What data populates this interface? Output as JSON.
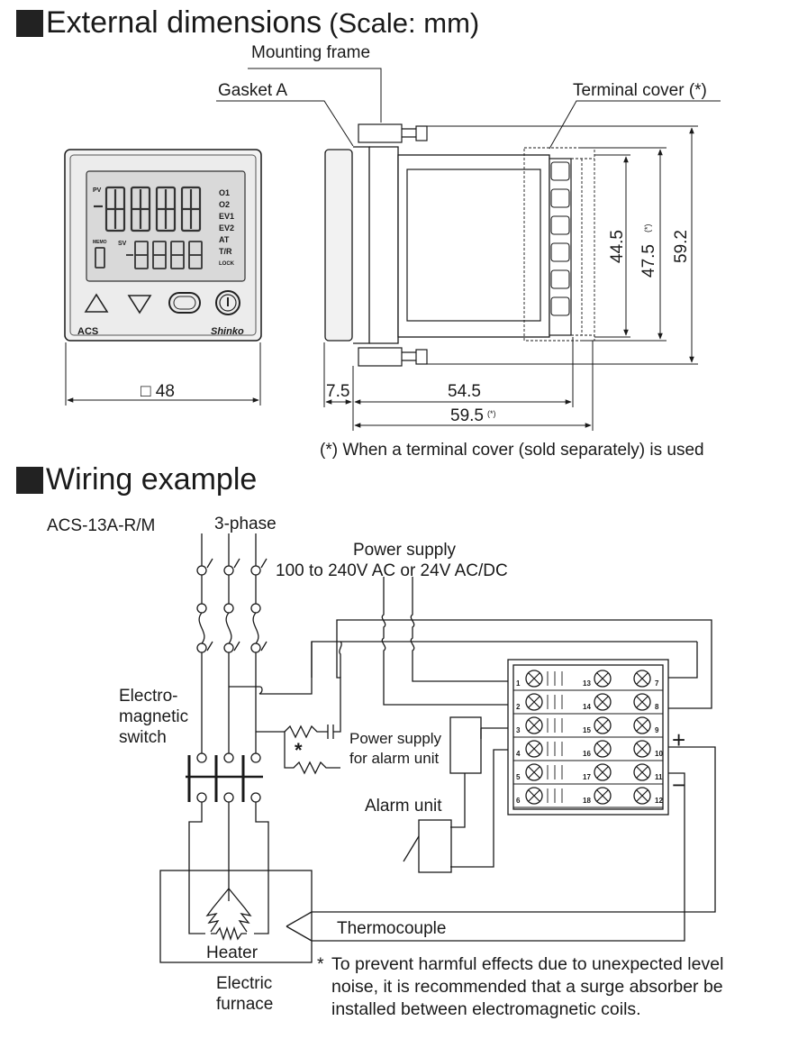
{
  "dimensions": {
    "heading": "External dimensions",
    "heading_scale": "(Scale: mm)",
    "labels": {
      "mounting_frame": "Mounting frame",
      "gasket": "Gasket A",
      "terminal_cover": "Terminal cover (*)",
      "front_width": "□ 48",
      "gasket_depth": "7.5",
      "body_depth": "54.5",
      "cover_depth": "59.5",
      "cover_depth_mark": "(*)",
      "height_inner": "44.5",
      "height_cover": "47.5",
      "height_cover_mark": "(*)",
      "height_total": "59.2",
      "footnote": "(*) When a terminal cover (sold separately) is used"
    },
    "front_panel": {
      "pv": "PV",
      "sv": "SV",
      "mems": "MEMO",
      "indicators": [
        "O1",
        "O2",
        "EV1",
        "EV2",
        "AT",
        "T/R",
        "LOCK"
      ],
      "model": "ACS",
      "brand": "Shinko"
    }
  },
  "wiring": {
    "heading": "Wiring example",
    "model": "ACS-13A-R/M",
    "three_phase": "3-phase",
    "power_supply": "Power supply",
    "power_range": "100 to 240V AC or 24V AC/DC",
    "em_switch": [
      "Electro-",
      "magnetic",
      "switch"
    ],
    "alarm_power": [
      "Power supply",
      "for alarm unit"
    ],
    "alarm_unit": "Alarm unit",
    "thermocouple": "Thermocouple",
    "heater": "Heater",
    "furnace": [
      "Electric",
      "furnace"
    ],
    "asterisk": "*",
    "plus": "+",
    "minus": "−",
    "terminals_left": [
      "1",
      "2",
      "3",
      "4",
      "5",
      "6"
    ],
    "terminals_mid": [
      "13",
      "14",
      "15",
      "16",
      "17",
      "18"
    ],
    "terminals_right": [
      "7",
      "8",
      "9",
      "10",
      "11",
      "12"
    ],
    "note_star": "*",
    "note": [
      "To prevent harmful effects due to unexpected level",
      "noise, it is recommended that a surge absorber be",
      "installed between electromagnetic coils."
    ]
  }
}
